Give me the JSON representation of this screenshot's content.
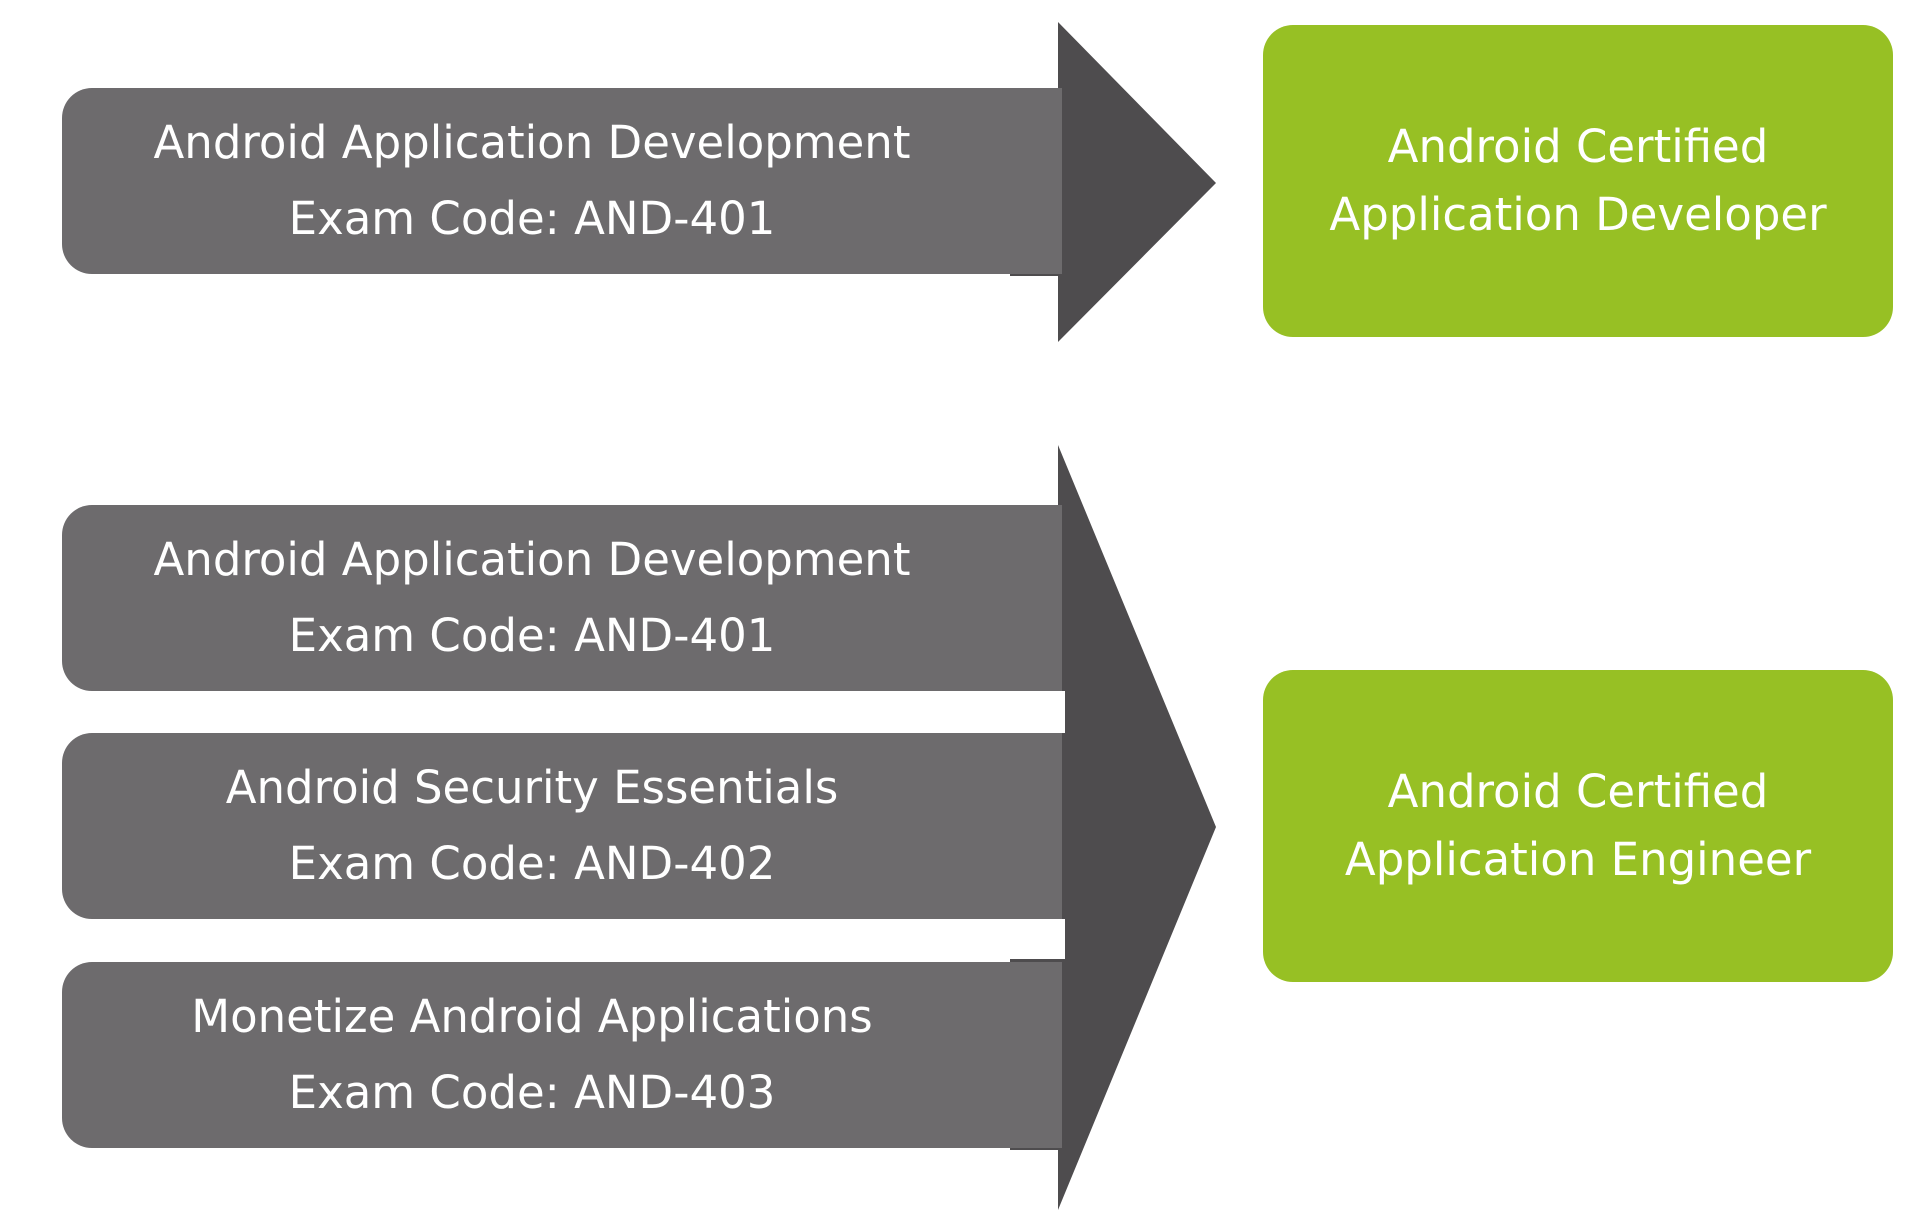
{
  "colors": {
    "arrow_body": "#6d6b6d",
    "arrow_head": "#4e4c4e",
    "certification": "#97c024",
    "text": "#ffffff"
  },
  "paths": [
    {
      "exams": [
        {
          "name": "Android Application Development",
          "code": "Exam Code: AND-401"
        }
      ],
      "certification": {
        "line1": "Android Certified",
        "line2": "Application Developer"
      }
    },
    {
      "exams": [
        {
          "name": "Android Application Development",
          "code": "Exam Code: AND-401"
        },
        {
          "name": "Android Security Essentials",
          "code": "Exam Code: AND-402"
        },
        {
          "name": "Monetize Android Applications",
          "code": "Exam Code: AND-403"
        }
      ],
      "certification": {
        "line1": "Android Certified",
        "line2": "Application Engineer"
      }
    }
  ]
}
